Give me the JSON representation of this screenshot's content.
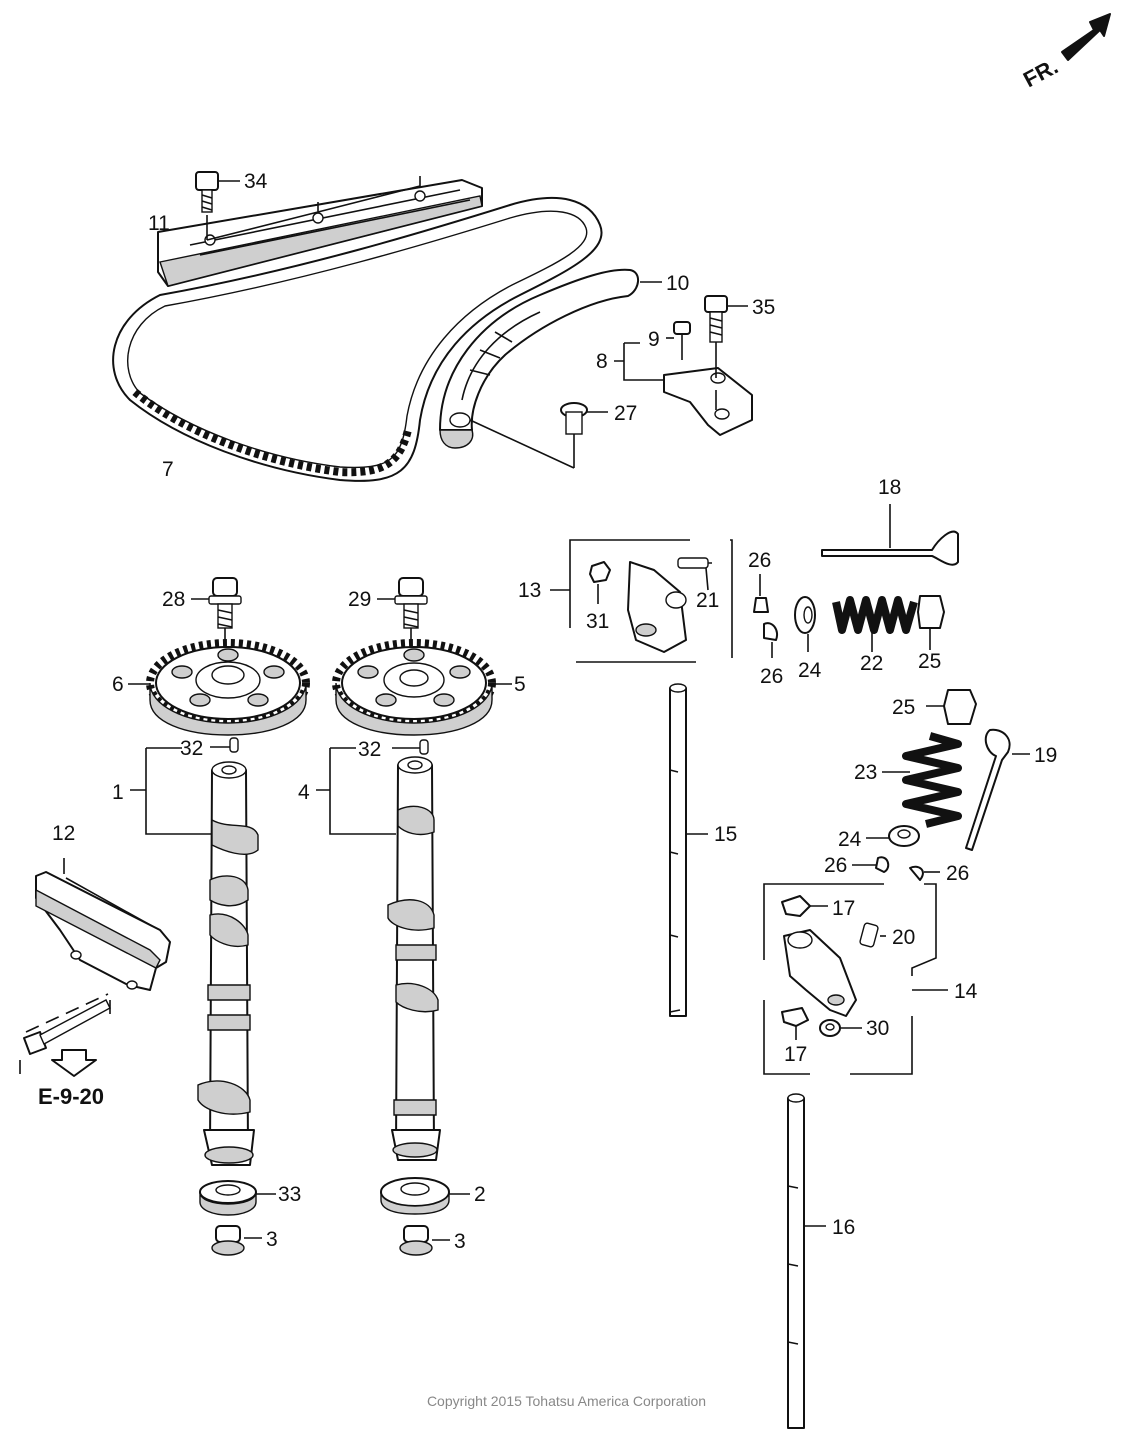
{
  "orientation": {
    "label": "FR."
  },
  "reference": {
    "label": "E-9-20"
  },
  "copyright": "Copyright 2015 Tohatsu America Corporation",
  "callouts": {
    "c1": "1",
    "c2": "2",
    "c3a": "3",
    "c3b": "3",
    "c4": "4",
    "c5": "5",
    "c6": "6",
    "c7": "7",
    "c8": "8",
    "c9": "9",
    "c10": "10",
    "c11": "11",
    "c12": "12",
    "c13": "13",
    "c14": "14",
    "c15": "15",
    "c16": "16",
    "c17a": "17",
    "c17b": "17",
    "c18": "18",
    "c19": "19",
    "c20": "20",
    "c21": "21",
    "c22": "22",
    "c23": "23",
    "c24a": "24",
    "c24b": "24",
    "c25a": "25",
    "c25b": "25",
    "c26a": "26",
    "c26b": "26",
    "c26c": "26",
    "c26d": "26",
    "c27": "27",
    "c28": "28",
    "c29": "29",
    "c30": "30",
    "c31": "31",
    "c32a": "32",
    "c32b": "32",
    "c33": "33",
    "c34": "34",
    "c35": "35"
  }
}
